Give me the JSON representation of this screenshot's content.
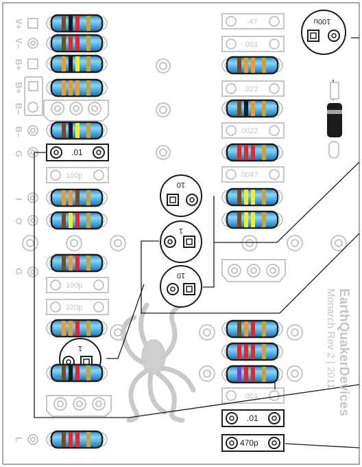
{
  "board": {
    "brand": "EarthQuakerDevices",
    "subtitle": "Monarch Rev 2 | 2011",
    "colors": {
      "silk_grey": "#c4c4c4",
      "resistor_body": "#3fa8e0",
      "outline": "#1a1a1a"
    }
  },
  "pin_labels": {
    "vplus": "V+",
    "vminus": "V–",
    "bplus1": "B+",
    "bplus2": "B+",
    "bminus1": "B–",
    "bminus2": "B–",
    "g1": "G",
    "i": "I",
    "o": "O",
    "g2": "G",
    "l": "L"
  },
  "component_values": {
    "c_01_left": ".01",
    "c_100p_left": "100p",
    "c_100p_b": "100p",
    "c_220p": "220p",
    "c_47": ".47",
    "c_001_top": ".001",
    "c_022": ".022",
    "c_0022": ".0022",
    "c_0047": ".0047",
    "c_001_bottom": ".001",
    "c_01_bottom": ".01",
    "c_470p": "470p",
    "elec_100u": "100u",
    "elec_10_a": "10",
    "elec_1_b": "1",
    "elec_10_c": "10",
    "elec_1_d": "1"
  }
}
